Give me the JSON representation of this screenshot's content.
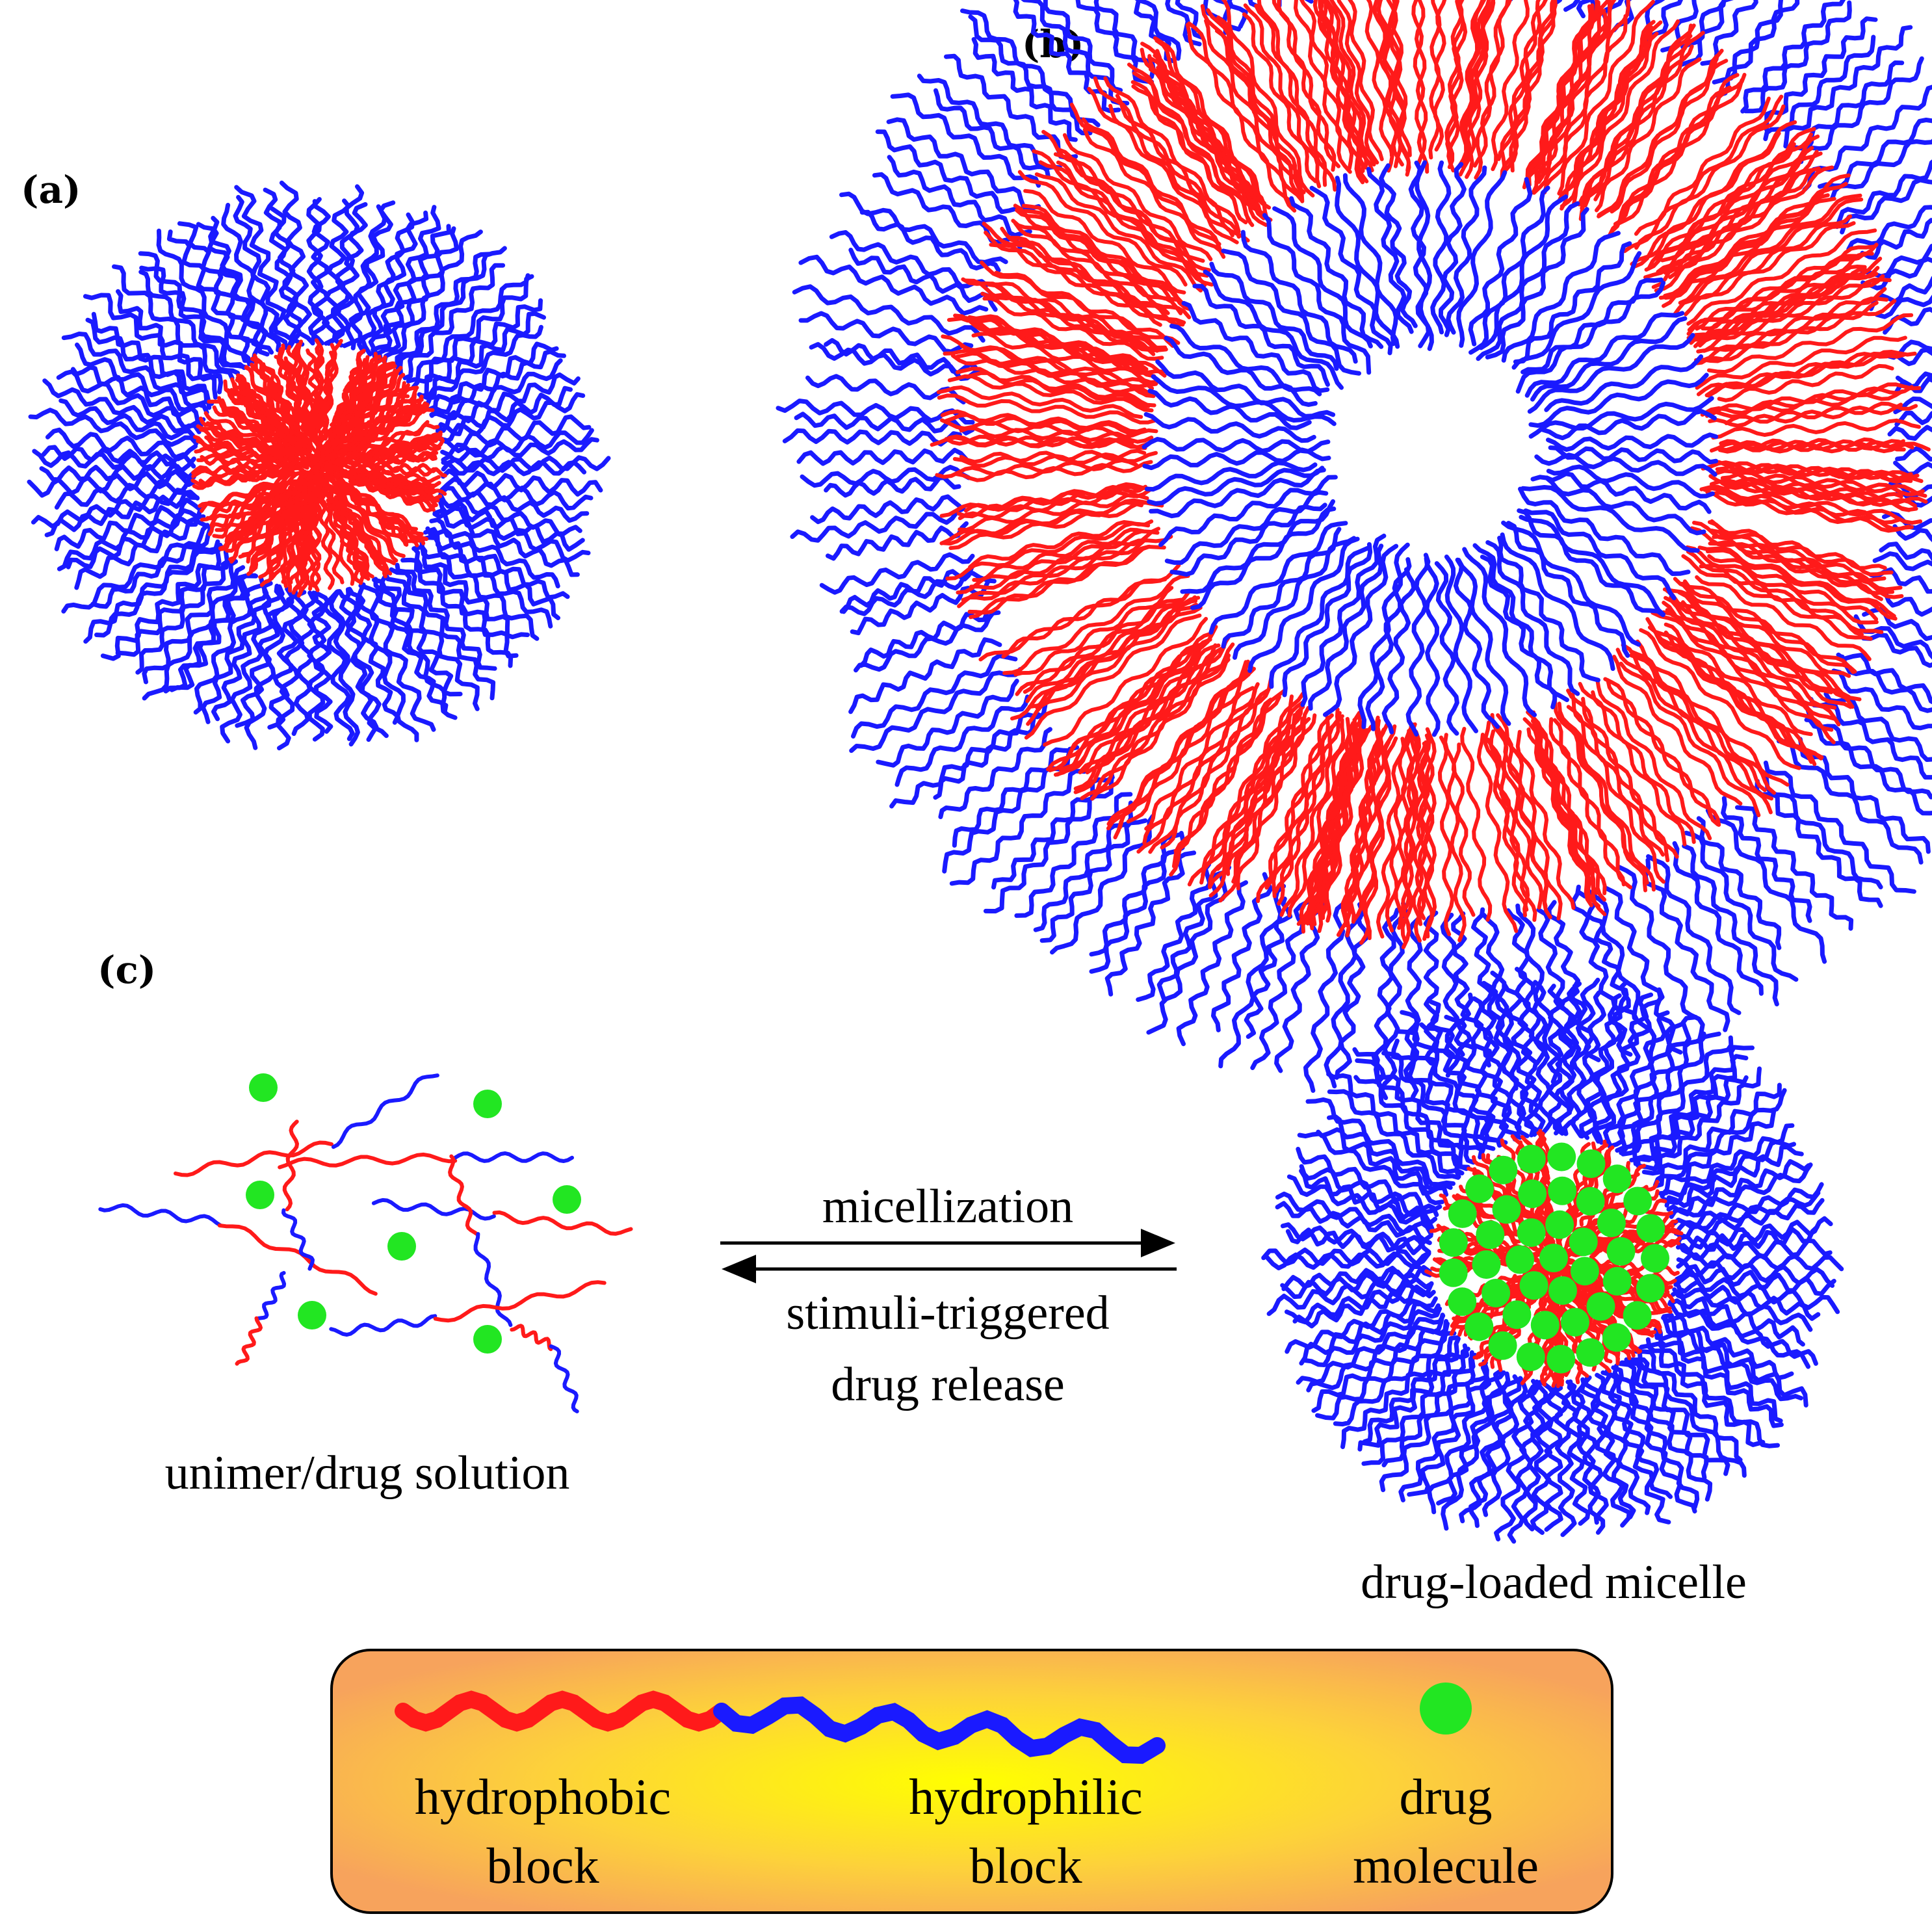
{
  "panels": {
    "a": {
      "label": "(a)"
    },
    "b": {
      "label": "(b)"
    },
    "c": {
      "label": "(c)"
    }
  },
  "process": {
    "left_caption": "unimer/drug solution",
    "right_caption": "drug-loaded micelle",
    "forward_label": "micellization",
    "reverse_label_line1": "stimuli-triggered",
    "reverse_label_line2": "drug release"
  },
  "legend": {
    "hydrophobic_line1": "hydrophobic",
    "hydrophobic_line2": "block",
    "hydrophilic_line1": "hydrophilic",
    "hydrophilic_line2": "block",
    "drug_line1": "drug",
    "drug_line2": "molecule"
  },
  "colors": {
    "hydrophobic": "#ff1a1a",
    "hydrophilic": "#1a1aff",
    "drug": "#22e622",
    "legend_center": "#ffff00",
    "legend_edge": "#f7a35c"
  }
}
